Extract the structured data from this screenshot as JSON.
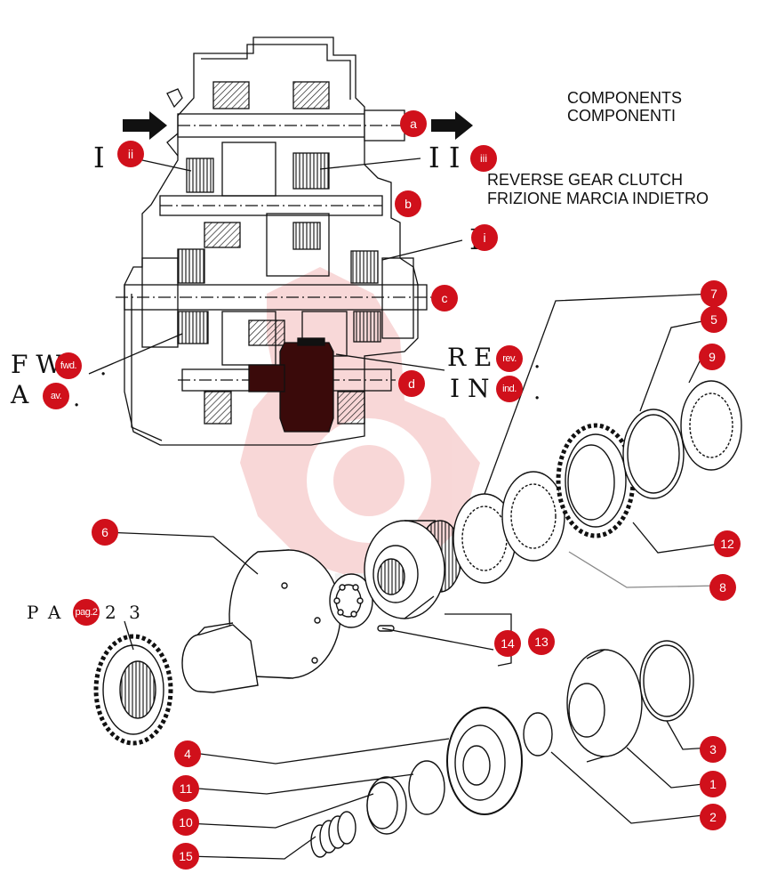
{
  "header": {
    "line1": "COMPONENTS",
    "line2": "COMPONENTI",
    "sub1": "REVERSE GEAR CLUTCH",
    "sub2": "FRIZIONE MARCIA INDIETRO"
  },
  "section_marks": {
    "left": "I",
    "right": "I I",
    "lower_right": "I"
  },
  "direction_labels": {
    "fwd_prefix": "F W",
    "av_prefix": "A",
    "rev_prefix": "R E",
    "ind_prefix": "I N",
    "dot": "."
  },
  "page_ref": {
    "prefix": "P A",
    "suffix": "2 3"
  },
  "callouts": {
    "a": "a",
    "b": "b",
    "c": "c",
    "d": "d",
    "i": "i",
    "ii": "ii",
    "iii": "iii",
    "fwd": "fwd.",
    "av": "av.",
    "rev": "rev.",
    "ind": "ind.",
    "pag": "pag.2",
    "n1": "1",
    "n2": "2",
    "n3": "3",
    "n4": "4",
    "n5": "5",
    "n6": "6",
    "n7": "7",
    "n8": "8",
    "n9": "9",
    "n10": "10",
    "n11": "11",
    "n12": "12",
    "n13": "13",
    "n14": "14",
    "n15": "15"
  },
  "colors": {
    "callout": "#d0101b",
    "watermark": "#f3b8b8",
    "line": "#111111"
  }
}
